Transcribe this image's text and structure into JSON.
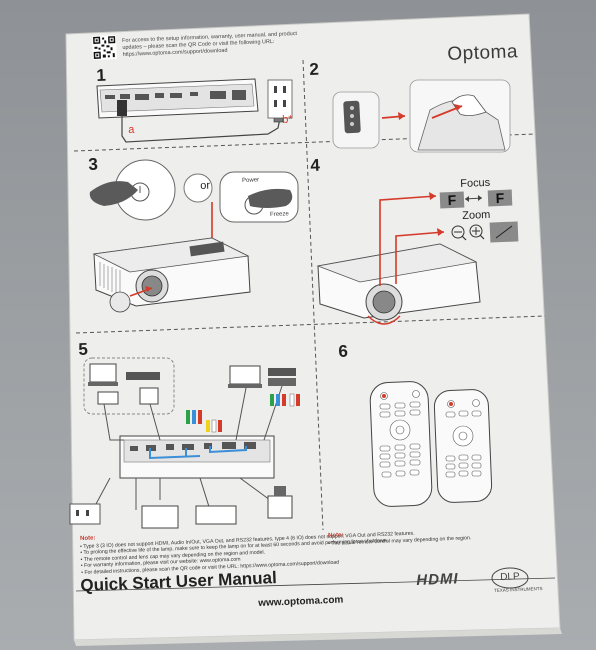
{
  "header": {
    "qr_text_line1": "For access to the setup information, warranty, user manual, and product",
    "qr_text_line2": "updates – please scan the QR Code or visit the following URL:",
    "qr_text_line3": "https://www.optoma.com/support/download",
    "brand": "Optoma"
  },
  "steps": {
    "s1": "1",
    "s2": "2",
    "s3": "3",
    "s4": "4",
    "s5": "5",
    "s6": "6"
  },
  "step1": {
    "cable_a": "a",
    "cable_b": "b*"
  },
  "step3": {
    "or_label": "or",
    "power_label": "Power",
    "freeze_label": "Freeze"
  },
  "step4": {
    "focus_label": "Focus",
    "zoom_label": "Zoom",
    "f_left": "F",
    "f_right": "F"
  },
  "notes": {
    "title": "Note:",
    "line1": "•  Type 3 (3 IO) does not support HDMI, Audio In/Out, VGA Out, and RS232 features, type 4 (6 IO) does not support VGA Out and RS232 features.",
    "line2": "•  To prolong the effective life of the lamp, make sure to keep the lamp on for at least 60 seconds and avoid performing force shutdown.",
    "line3": "•  The remote control and lens cap may vary depending on the region and model.",
    "line4": "•  For warranty information, please visit our website: www.optoma.com",
    "line5": "•  For detailed instructions, please scan the QR code or visit the URL: https://www.optoma.com/support/download",
    "right_title": "Note:",
    "right_line1": "•  The actual remote control may vary depending on the region."
  },
  "footer": {
    "manual_title": "Quick Start User Manual",
    "hdmi_logo": "HDMI",
    "dlp_logo": "DLP",
    "ti_text": "TEXAS INSTRUMENTS",
    "url": "www.optoma.com"
  },
  "colors": {
    "accent_red": "#d43b2a",
    "cable_blue": "#3a8fd8",
    "paper": "#f1f1ef"
  }
}
